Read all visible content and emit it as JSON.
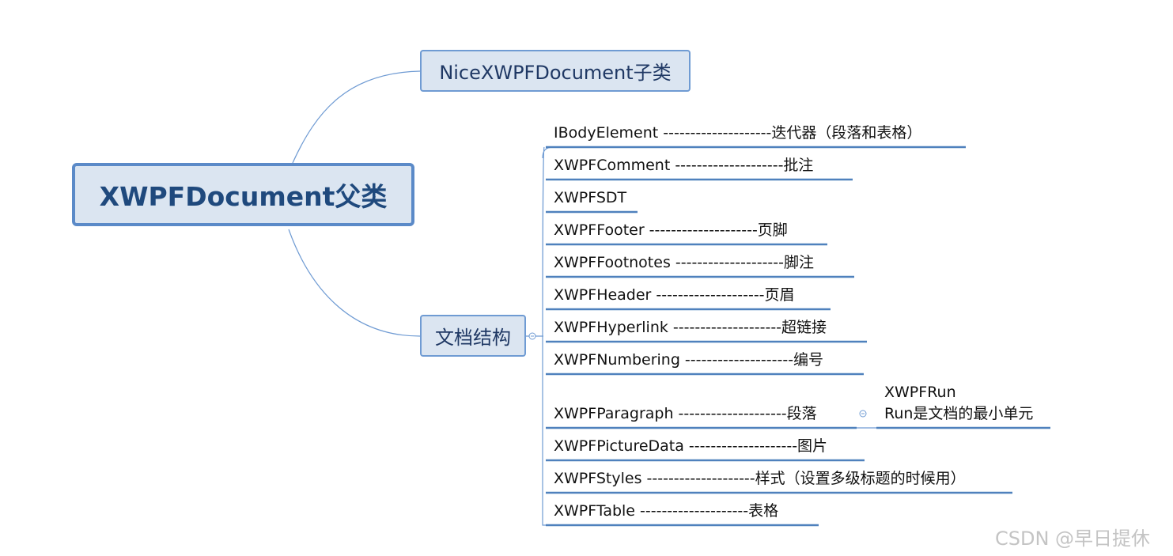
{
  "root": {
    "label": "XWPFDocument父类"
  },
  "branches": [
    {
      "label": "NiceXWPFDocument子类"
    },
    {
      "label": "文档结构"
    }
  ],
  "items": [
    {
      "label": "IBodyElement --------------------迭代器（段落和表格）"
    },
    {
      "label": "XWPFComment --------------------批注"
    },
    {
      "label": "XWPFSDT"
    },
    {
      "label": "XWPFFooter --------------------页脚"
    },
    {
      "label": "XWPFFootnotes --------------------脚注"
    },
    {
      "label": "XWPFHeader --------------------页眉"
    },
    {
      "label": "XWPFHyperlink --------------------超链接"
    },
    {
      "label": "XWPFNumbering --------------------编号"
    },
    {
      "label": "XWPFParagraph --------------------段落"
    },
    {
      "label": "XWPFPictureData --------------------图片"
    },
    {
      "label": "XWPFStyles --------------------样式（设置多级标题的时候用）"
    },
    {
      "label": "XWPFTable --------------------表格"
    }
  ],
  "paragraph_child": {
    "line1": "XWPFRun",
    "line2": "Run是文档的最小单元"
  },
  "watermark": "CSDN @早日提休",
  "colors": {
    "link": "#5b8ac8",
    "underline": "#4f81bd",
    "node_fill": "#dbe5f1",
    "root_text": "#1f497d"
  }
}
